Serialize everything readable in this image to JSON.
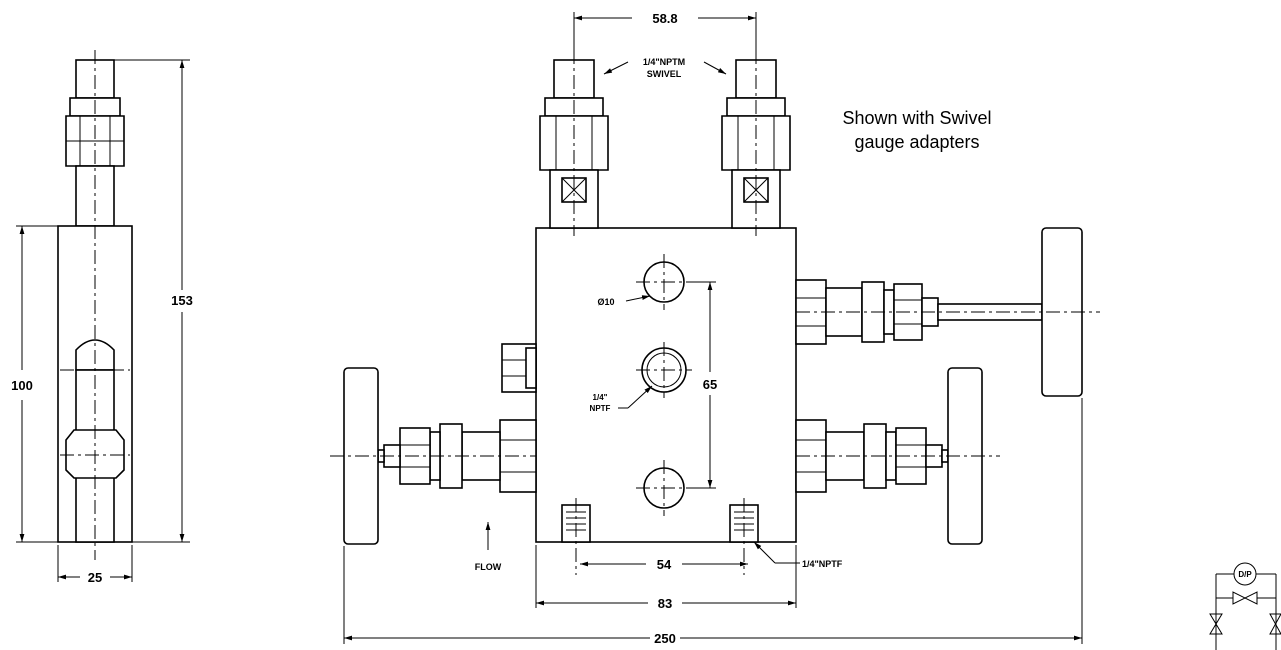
{
  "dimensions": {
    "side_width": "25",
    "side_body_height": "100",
    "overall_height": "153",
    "outlet_spacing": "58.8",
    "hole_spacing": "65",
    "port_spacing": "54",
    "body_width": "83",
    "overall_width": "250"
  },
  "labels": {
    "swivel_thread_line1": "1/4\"NPTM",
    "swivel_thread_line2": "SWIVEL",
    "hole_diameter": "Ø10",
    "center_port_line1": "1/4\"",
    "center_port_line2": "NPTF",
    "bottom_port": "1/4\"NPTF",
    "flow": "FLOW",
    "dp_symbol": "D/P"
  },
  "note": {
    "line1": "Shown with Swivel",
    "line2": "gauge adapters"
  }
}
